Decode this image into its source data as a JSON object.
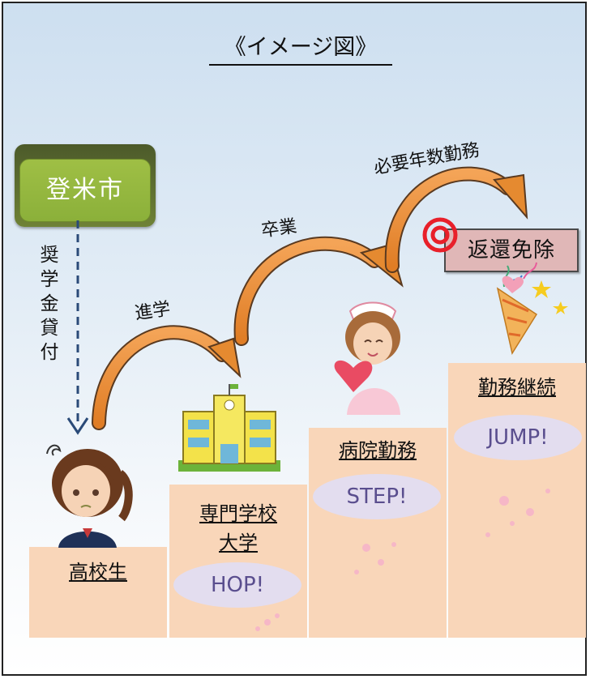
{
  "title": "《イメージ図》",
  "city": "登米市",
  "loan_label": "奨学金貸付",
  "transitions": {
    "advance": "進学",
    "graduate": "卒業",
    "required_years": "必要年数勤務"
  },
  "steps": [
    {
      "label": "高校生",
      "badge": ""
    },
    {
      "label_line1": "専門学校",
      "label_line2": "大学",
      "badge": "HOP!"
    },
    {
      "label": "病院勤務",
      "badge": "STEP!"
    },
    {
      "label": "勤務継続",
      "badge": "JUMP!"
    }
  ],
  "exemption": "返還免除",
  "colors": {
    "step_fill": "#f9d6b9",
    "city_green": "#9fbf45",
    "arrow_orange": "#f0913a",
    "badge_purple": "#5a4e8e",
    "exempt_fill": "#e0b7b7",
    "target_red": "#e8202a"
  }
}
